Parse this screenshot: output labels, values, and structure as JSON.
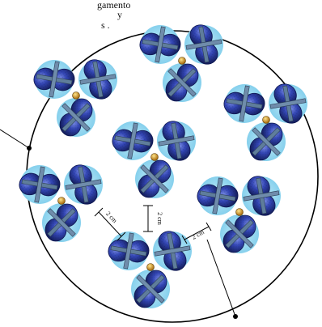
{
  "caption_lines": [
    "gamento",
    "y",
    "s ."
  ],
  "dimension_labels": {
    "left": "2 cm",
    "center": "2 cm",
    "right": "2 cm"
  },
  "colors": {
    "background": "#ffffff",
    "outline": "#000000",
    "halo": "#8fd6f0",
    "blob_dark": "#1a2670",
    "blob_mid": "#3346b4",
    "blob_light": "#6f82e0",
    "bar": "#4a6a8a",
    "center_dot": "#d8a020"
  },
  "icons": {
    "cluster": "tri-lobe-cluster-icon",
    "center": "gold-bead-icon",
    "pointer": "leader-line-dot-icon"
  }
}
